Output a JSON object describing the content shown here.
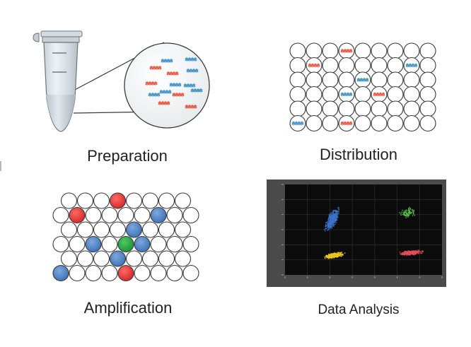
{
  "captions": {
    "preparation": "Preparation",
    "distribution": "Distribution",
    "amplification": "Amplification",
    "analysis": "Data Analysis"
  },
  "colors": {
    "dna_blue": "#3a8ec4",
    "dna_red": "#e4503b",
    "droplet_red": "#e23a38",
    "droplet_blue": "#4f86c9",
    "droplet_green": "#2fa84a",
    "cluster_blue": "#3b73c8",
    "cluster_green": "#5dc24a",
    "cluster_yellow": "#e8c51e",
    "cluster_red": "#e64a5a"
  },
  "amplification": {
    "rows": [
      {
        "cells": [
          "empty",
          "empty",
          "empty",
          "red",
          "empty",
          "empty",
          "empty",
          "empty"
        ]
      },
      {
        "cells": [
          "empty",
          "red",
          "empty",
          "empty",
          "empty",
          "empty",
          "blue",
          "empty",
          "empty"
        ]
      },
      {
        "cells": [
          "empty",
          "empty",
          "empty",
          "empty",
          "blue",
          "empty",
          "empty",
          "empty"
        ]
      },
      {
        "cells": [
          "empty",
          "empty",
          "blue",
          "empty",
          "green",
          "blue",
          "empty",
          "empty",
          "empty"
        ]
      },
      {
        "cells": [
          "empty",
          "empty",
          "empty",
          "blue",
          "empty",
          "empty",
          "empty",
          "empty"
        ]
      },
      {
        "cells": [
          "blue",
          "empty",
          "empty",
          "empty",
          "red",
          "empty",
          "empty",
          "empty",
          "empty"
        ]
      }
    ]
  },
  "distribution": {
    "rows": [
      {
        "cells": [
          "empty",
          "empty",
          "empty",
          "red",
          "empty",
          "empty",
          "empty",
          "empty",
          "empty"
        ]
      },
      {
        "cells": [
          "empty",
          "red",
          "empty",
          "empty",
          "empty",
          "empty",
          "empty",
          "blue",
          "empty"
        ]
      },
      {
        "cells": [
          "empty",
          "empty",
          "empty",
          "empty",
          "blue",
          "empty",
          "empty",
          "empty",
          "empty"
        ]
      },
      {
        "cells": [
          "empty",
          "empty",
          "empty",
          "blue",
          "empty",
          "red",
          "empty",
          "empty",
          "empty"
        ]
      },
      {
        "cells": [
          "empty",
          "empty",
          "empty",
          "empty",
          "empty",
          "empty",
          "empty",
          "empty",
          "empty"
        ]
      },
      {
        "cells": [
          "blue",
          "empty",
          "empty",
          "red",
          "empty",
          "empty",
          "empty",
          "empty",
          "empty"
        ]
      }
    ]
  },
  "chart_data": {
    "type": "scatter",
    "grid": true,
    "background": "dark",
    "series": [
      {
        "color": "#3b73c8",
        "x": [
          0.04,
          0.18
        ],
        "y": [
          1.0,
          2.0
        ]
      },
      {
        "color": "#5dc24a",
        "x": [
          0.58,
          0.74
        ],
        "y": [
          1.45,
          1.95
        ]
      },
      {
        "color": "#e8c51e",
        "x": [
          0.06,
          0.2
        ],
        "y": [
          0.1,
          0.55
        ]
      },
      {
        "color": "#e64a5a",
        "x": [
          0.58,
          0.82
        ],
        "y": [
          0.35,
          0.55
        ]
      }
    ]
  }
}
